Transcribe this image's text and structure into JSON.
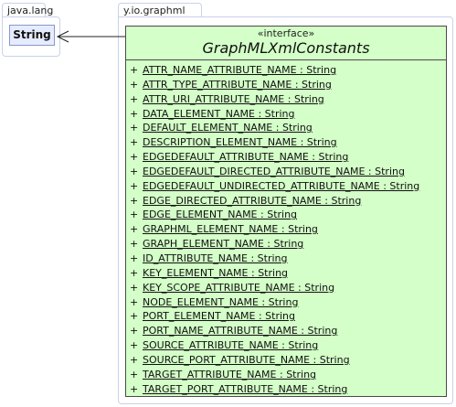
{
  "packages": {
    "java_lang": {
      "label": "java.lang"
    },
    "y_io_graphml": {
      "label": "y.io.graphml"
    }
  },
  "string_class": {
    "name": "String"
  },
  "interface_class": {
    "stereotype": "«interface»",
    "name": "GraphMLXmlConstants",
    "fill_color": "#d4ffc8",
    "attributes": [
      {
        "visibility": "+",
        "text": "ATTR_NAME_ATTRIBUTE_NAME : String"
      },
      {
        "visibility": "+",
        "text": "ATTR_TYPE_ATTRIBUTE_NAME : String"
      },
      {
        "visibility": "+",
        "text": "ATTR_URI_ATTRIBUTE_NAME : String"
      },
      {
        "visibility": "+",
        "text": "DATA_ELEMENT_NAME : String"
      },
      {
        "visibility": "+",
        "text": "DEFAULT_ELEMENT_NAME : String"
      },
      {
        "visibility": "+",
        "text": "DESCRIPTION_ELEMENT_NAME : String"
      },
      {
        "visibility": "+",
        "text": "EDGEDEFAULT_ATTRIBUTE_NAME : String"
      },
      {
        "visibility": "+",
        "text": "EDGEDEFAULT_DIRECTED_ATTRIBUTE_NAME : String"
      },
      {
        "visibility": "+",
        "text": "EDGEDEFAULT_UNDIRECTED_ATTRIBUTE_NAME : String"
      },
      {
        "visibility": "+",
        "text": "EDGE_DIRECTED_ATTRIBUTE_NAME : String"
      },
      {
        "visibility": "+",
        "text": "EDGE_ELEMENT_NAME : String"
      },
      {
        "visibility": "+",
        "text": "GRAPHML_ELEMENT_NAME : String"
      },
      {
        "visibility": "+",
        "text": "GRAPH_ELEMENT_NAME : String"
      },
      {
        "visibility": "+",
        "text": "ID_ATTRIBUTE_NAME : String"
      },
      {
        "visibility": "+",
        "text": "KEY_ELEMENT_NAME : String"
      },
      {
        "visibility": "+",
        "text": "KEY_SCOPE_ATTRIBUTE_NAME : String"
      },
      {
        "visibility": "+",
        "text": "NODE_ELEMENT_NAME : String"
      },
      {
        "visibility": "+",
        "text": "PORT_ELEMENT_NAME : String"
      },
      {
        "visibility": "+",
        "text": "PORT_NAME_ATTRIBUTE_NAME : String"
      },
      {
        "visibility": "+",
        "text": "SOURCE_ATTRIBUTE_NAME : String"
      },
      {
        "visibility": "+",
        "text": "SOURCE_PORT_ATTRIBUTE_NAME : String"
      },
      {
        "visibility": "+",
        "text": "TARGET_ATTRIBUTE_NAME : String"
      },
      {
        "visibility": "+",
        "text": "TARGET_PORT_ATTRIBUTE_NAME : String"
      }
    ]
  }
}
